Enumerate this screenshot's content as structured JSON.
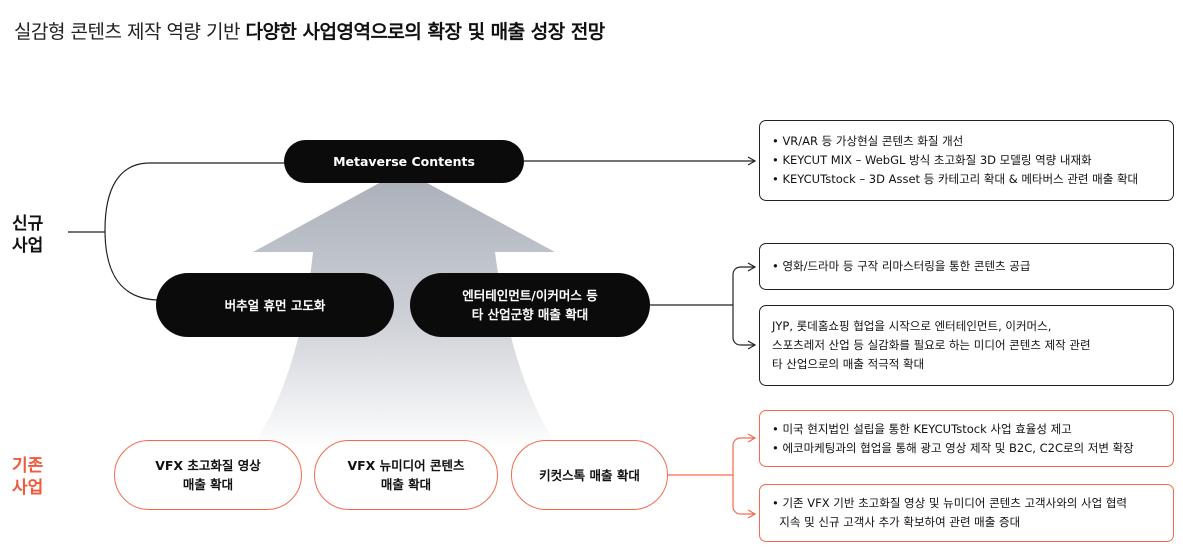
{
  "title": {
    "light": "실감형 콘텐츠 제작 역량 기반",
    "bold": "다양한 사업영역으로의 확장 및 매출 성장 전망"
  },
  "sections": {
    "new_business": {
      "line1": "신규",
      "line2": "사업"
    },
    "existing_business": {
      "line1": "기존",
      "line2": "사업"
    }
  },
  "nodes": {
    "metaverse": "Metaverse Contents",
    "virtual_human": "버추얼 휴먼 고도화",
    "entertainment": {
      "line1": "엔터테인먼트/이커머스 등",
      "line2": "타 산업군향 매출 확대"
    },
    "vfx_hd": {
      "line1": "VFX 초고화질 영상",
      "line2": "매출 확대"
    },
    "vfx_newmedia": {
      "line1": "VFX 뉴미디어 콘텐츠",
      "line2": "매출 확대"
    },
    "keycutstock": "키컷스톡 매출 확대"
  },
  "details": {
    "metaverse": [
      "• VR/AR 등 가상현실 콘텐츠 화질 개선",
      "• KEYCUT MIX – WebGL 방식 초고화질 3D 모델링 역량 내재화",
      "• KEYCUTstock – 3D Asset 등 카테고리 확대 & 메타버스 관련 매출 확대"
    ],
    "film_drama": [
      "• 영화/드라마 등 구작 리마스터링을 통한 콘텐츠 공급"
    ],
    "jyp": [
      "JYP, 롯데홈쇼핑 협업을 시작으로 엔터테인먼트, 이커머스,",
      "스포츠레저 산업 등 실감화를 필요로 하는 미디어 콘텐츠 제작 관련",
      "타 산업으로의 매출 적극적 확대"
    ],
    "us_subsidiary": [
      "• 미국 현지법인 설립을 통한 KEYCUTstock 사업 효율성 제고",
      "• 에코마케팅과의 협업을 통해 광고 영상 제작 및 B2C, C2C로의 저변 확장"
    ],
    "vfx_clients": [
      "• 기존 VFX 기반 초고화질 영상 및 뉴미디어 콘텐츠 고객사와의 사업 협력",
      "  지속 및 신규 고객사 추가 확보하여 관련 매출 증대"
    ]
  },
  "colors": {
    "accent_orange": "#f36b4c",
    "existing_label": "#f05a3c",
    "dark_node": "#0b0b0b",
    "arrow_gray": "#b8bcc6"
  }
}
